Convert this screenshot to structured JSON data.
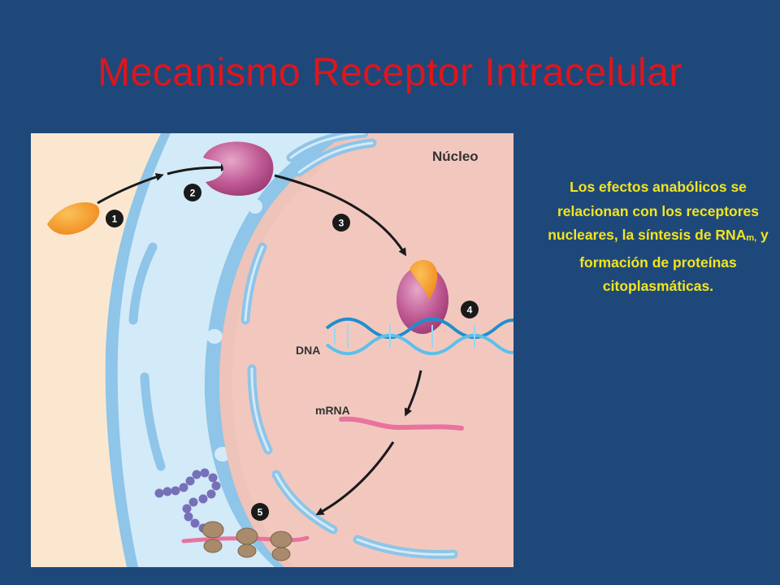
{
  "slide": {
    "title": "Mecanismo Receptor Intracelular"
  },
  "figure": {
    "nucleus_label": "Núcleo",
    "dna_label": "DNA",
    "mrna_label": "mRNA",
    "steps": [
      "1",
      "2",
      "3",
      "4",
      "5"
    ]
  },
  "caption": {
    "part1": "Los efectos anabólicos se relacionan con los receptores nucleares, la síntesis de RNA",
    "sub": "m,",
    "part2": " y formación de proteínas citoplasmáticas."
  },
  "colors": {
    "background": "#1f487a",
    "title": "#e0151b",
    "caption": "#f2e51e",
    "cytoplasm": "#d2e9f7",
    "nucleus": "#f2c8be",
    "membrane": "#86c0e4",
    "receptor": "#b94b8a",
    "hormone": "#f49a22",
    "mrna": "#e9739e",
    "dna": "#2aa3dc"
  }
}
